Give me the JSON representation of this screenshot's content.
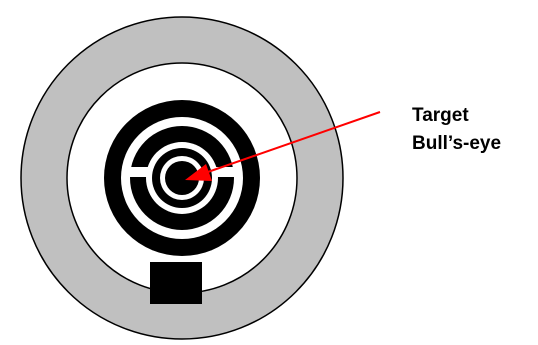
{
  "diagram": {
    "label": {
      "line1": "Target",
      "line2": "Bull’s-eye"
    },
    "colors": {
      "outer_band": "#c0c0c0",
      "target": "#000000",
      "inner_field": "#ffffff",
      "arrow": "#ff0000"
    },
    "icons": {
      "target": "bullseye-target-icon",
      "arrow": "pointer-arrow"
    }
  }
}
